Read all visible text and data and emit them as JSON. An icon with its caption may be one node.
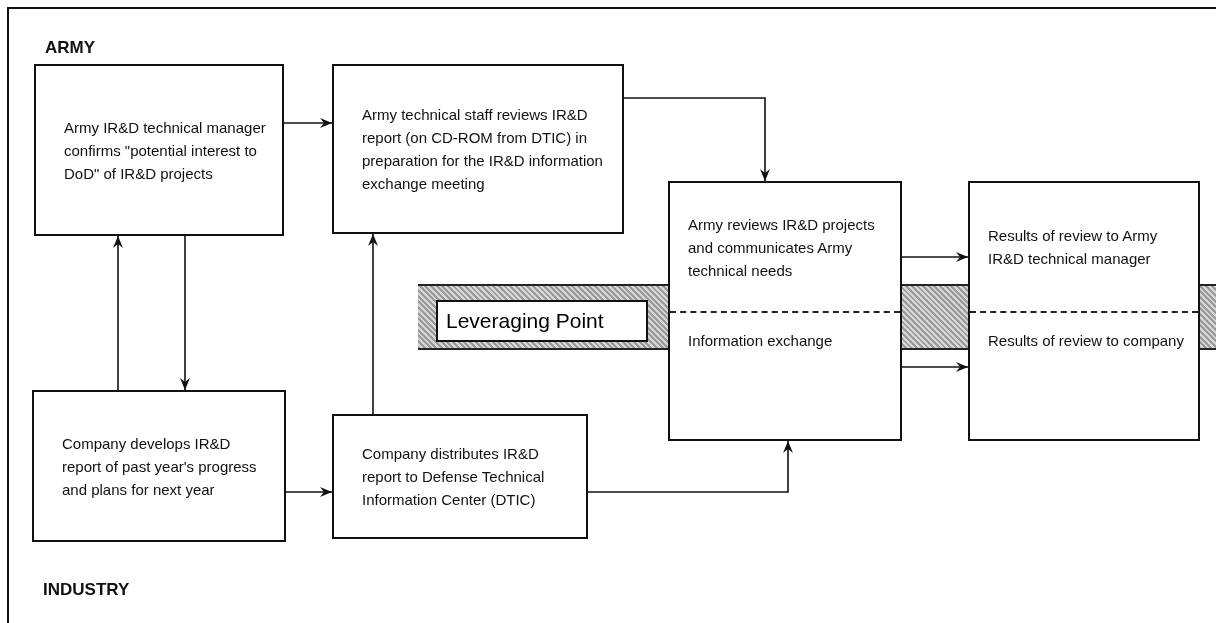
{
  "diagram": {
    "nodes": [
      {
        "text": [
          "Army IR&D technical manager confirms \"potential interest to DoD\" of IR&D projects"
        ]
      },
      {
        "text": [
          "Army technical staff reviews IR&D report (on CD-ROM from DTIC) in preparation for the IR&D information exchange meeting"
        ]
      },
      {
        "text": [
          "Company develops IR&D report of past year's progress and plans for next year"
        ]
      },
      {
        "text": [
          "Company distributes IR&D report to Defense Technical Information Center (DTIC)"
        ]
      },
      {
        "text": [
          "Army reviews IR&D projects and communicates Army technical needs",
          "Information exchange"
        ]
      },
      {
        "text": [
          "Results of review to Army IR&D technical manager",
          "Results of review to company"
        ]
      },
      {
        "text": [
          "Leveraging Point"
        ]
      }
    ],
    "edges": [
      {
        "from": 0,
        "to": 1,
        "arrow": "to"
      },
      {
        "from": 2,
        "to": 0,
        "arrow": "to"
      },
      {
        "from": 0,
        "to": 2,
        "arrow": "to"
      },
      {
        "from": 3,
        "to": 1,
        "arrow": "to"
      },
      {
        "from": 2,
        "to": 3,
        "arrow": "to"
      },
      {
        "from": 1,
        "to": 4,
        "arrow": "to"
      },
      {
        "from": 3,
        "to": 4,
        "arrow": "to"
      },
      {
        "from": 4,
        "to": 5,
        "arrow": "to"
      },
      {
        "from": 4,
        "to": 5,
        "arrow": "to"
      }
    ],
    "labels": [
      "ARMY",
      "INDUSTRY"
    ]
  }
}
